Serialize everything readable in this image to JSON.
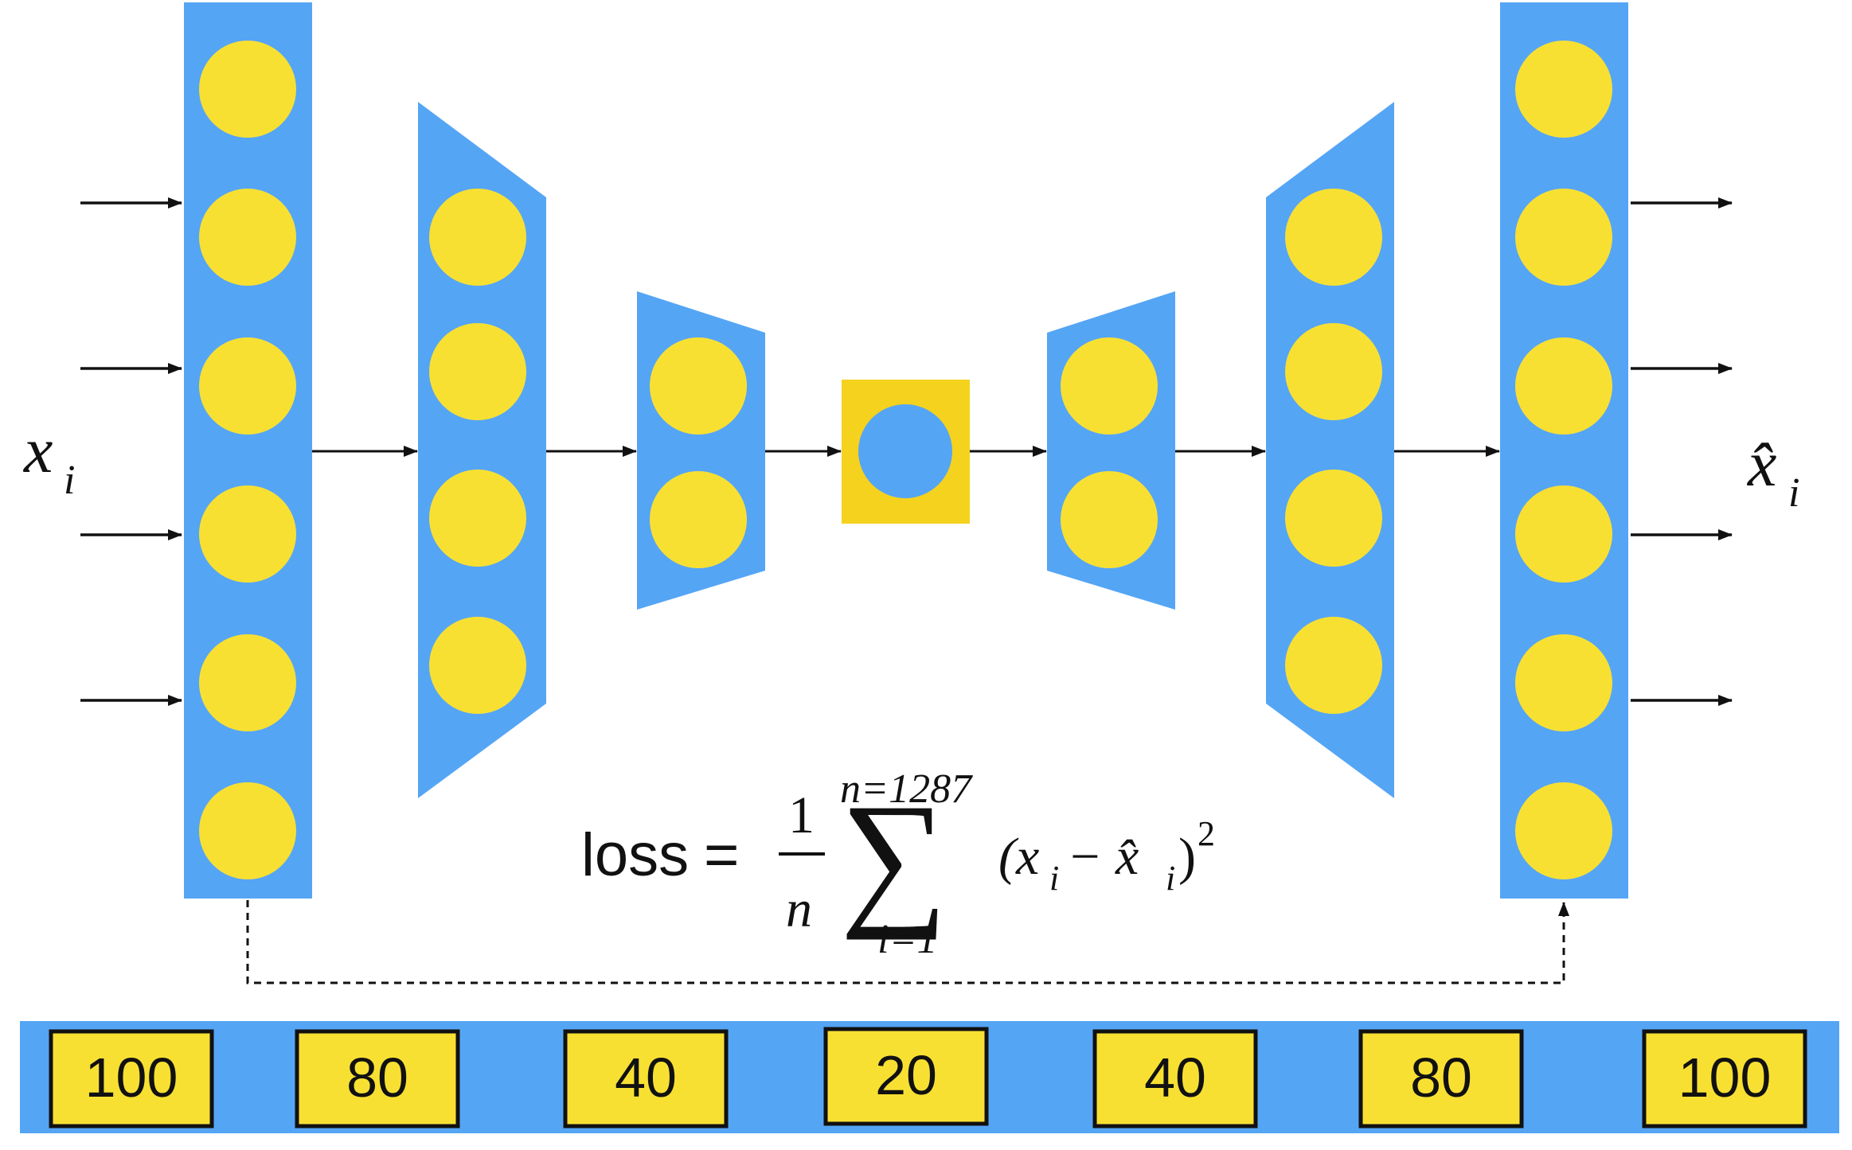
{
  "labels": {
    "input": "x",
    "input_sub": "i",
    "output": "x̂",
    "output_sub": "i"
  },
  "formula": {
    "loss_word": "loss",
    "equals": "=",
    "frac_num": "1",
    "frac_den": "n",
    "sigma": "∑",
    "upper_limit": "n=1287",
    "lower_limit": "i=1",
    "summand_open": "(x",
    "summand_sub1": "i",
    "summand_minus": " − x̂",
    "summand_sub2": "i",
    "summand_close": ")",
    "summand_exp": "2"
  },
  "layer_sizes": [
    "100",
    "80",
    "40",
    "20",
    "40",
    "80",
    "100"
  ],
  "colors": {
    "layer_blue": "#55A5F5",
    "node_yellow": "#F8E033",
    "latent_yellow": "#F5D21E",
    "arrow": "#111111"
  }
}
